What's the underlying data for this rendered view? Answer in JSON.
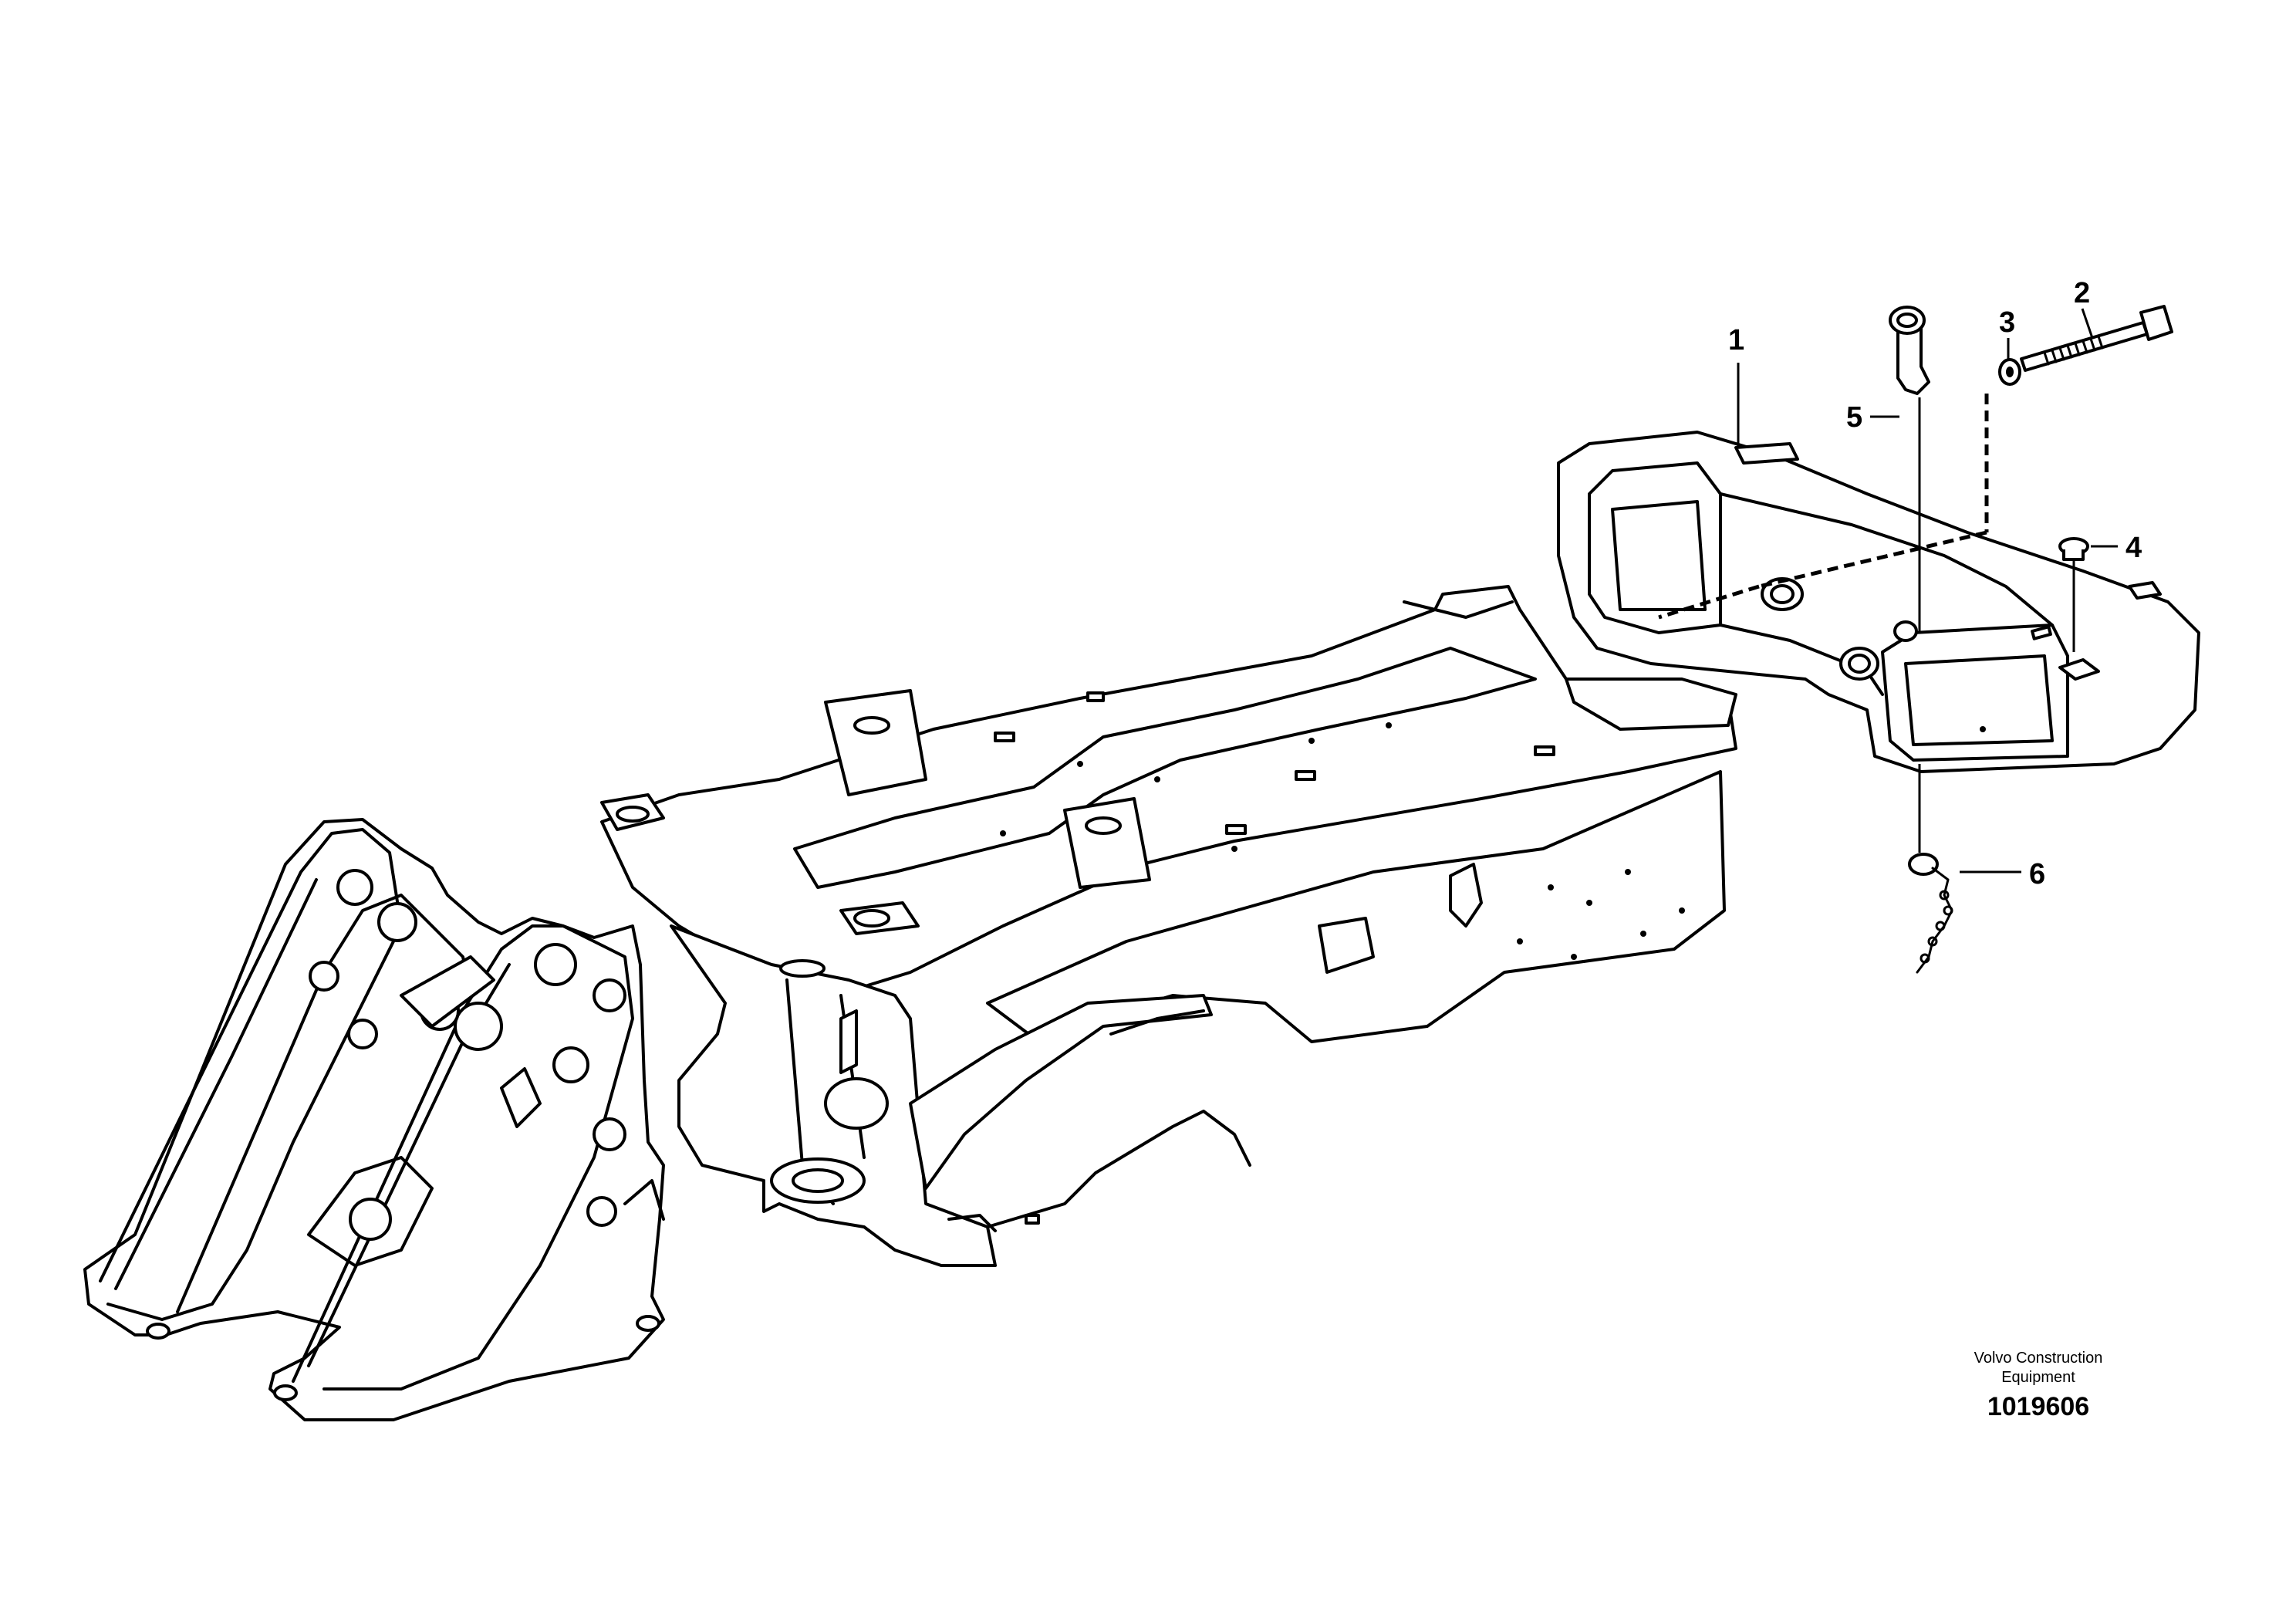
{
  "callouts": [
    {
      "id": "1",
      "label": "1"
    },
    {
      "id": "2",
      "label": "2"
    },
    {
      "id": "3",
      "label": "3"
    },
    {
      "id": "4",
      "label": "4"
    },
    {
      "id": "5",
      "label": "5"
    },
    {
      "id": "6",
      "label": "6"
    }
  ],
  "footer": {
    "brand_line1": "Volvo Construction",
    "brand_line2": "Equipment",
    "doc_number": "1019606"
  }
}
